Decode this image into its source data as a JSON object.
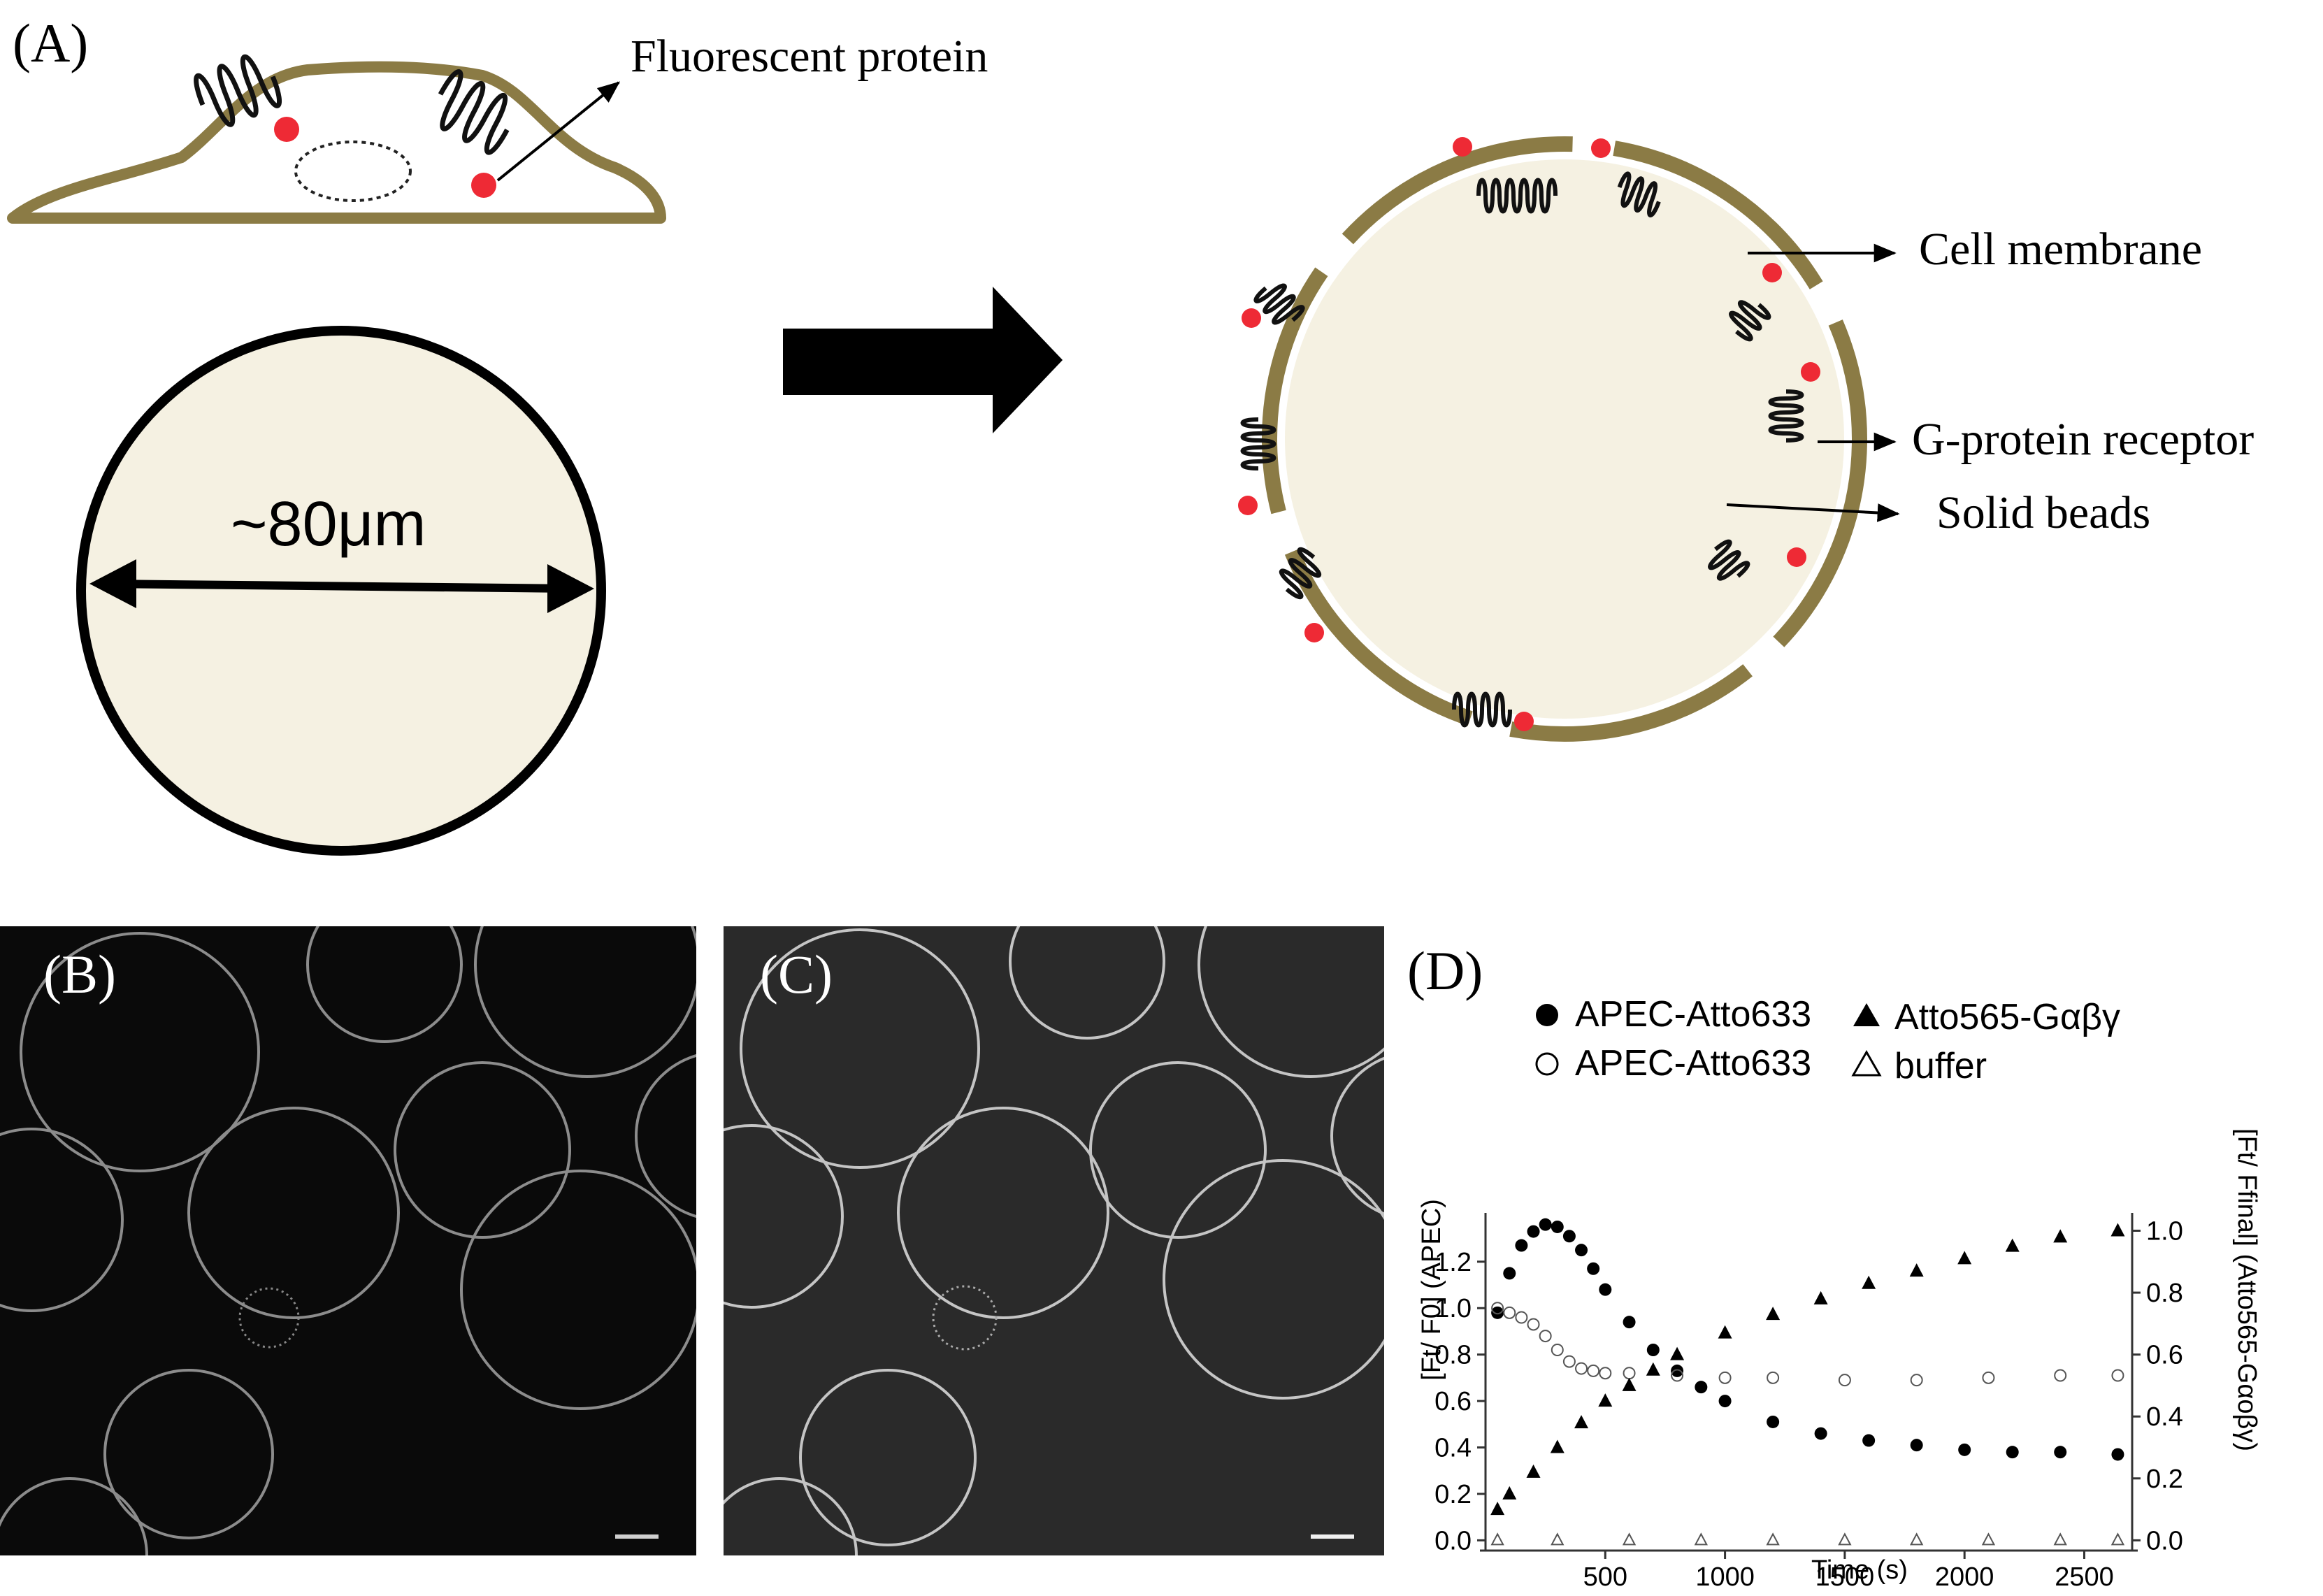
{
  "panel_a": {
    "label": "(A)",
    "fluorescent_label": "Fluorescent protein",
    "diameter_label": "~80μm",
    "cell_membrane_label": "Cell membrane",
    "receptor_label": "G-protein receptor",
    "beads_label": "Solid beads"
  },
  "panel_b": {
    "label": "(B)"
  },
  "panel_c": {
    "label": "(C)"
  },
  "panel_d": {
    "label": "(D)",
    "legend": [
      {
        "marker": "filled-circle",
        "text": "APEC-Atto633"
      },
      {
        "marker": "filled-triangle",
        "text": "Atto565-Gαβγ"
      },
      {
        "marker": "open-circle",
        "text": "APEC-Atto633"
      },
      {
        "marker": "open-triangle",
        "text": "buffer"
      }
    ]
  },
  "colors": {
    "membrane": "#8b7b45",
    "bead_fill": "#f5f1e2",
    "fluor_dot": "#ee2a35",
    "receptor": "#111111"
  },
  "chart_data": {
    "type": "scatter",
    "xlabel": "Time (s)",
    "ylabel_left": "[Ft/ F0] (APEC)",
    "ylabel_right": "[Ft/ Ffinal] (Atto565-Gαoβγ)",
    "xlim": [
      0,
      2700
    ],
    "ylim_left": [
      -0.02,
      1.38
    ],
    "ylim_right": [
      -0.015,
      1.035
    ],
    "xticks": [
      "500",
      "1000",
      "1500",
      "2000",
      "2500"
    ],
    "yticks_left": [
      "0.0",
      "0.2",
      "0.4",
      "0.6",
      "0.8",
      "1.0",
      "1.2"
    ],
    "yticks_right": [
      "0.0",
      "0.2",
      "0.4",
      "0.6",
      "0.8",
      "1.0"
    ],
    "series": [
      {
        "name": "APEC-Atto633",
        "marker": "filled-circle",
        "axis": "left",
        "x": [
          50,
          100,
          150,
          200,
          250,
          300,
          350,
          400,
          450,
          500,
          600,
          700,
          800,
          900,
          1000,
          1200,
          1400,
          1600,
          1800,
          2000,
          2200,
          2400,
          2640
        ],
        "y": [
          0.98,
          1.15,
          1.27,
          1.33,
          1.36,
          1.35,
          1.31,
          1.25,
          1.17,
          1.08,
          0.94,
          0.82,
          0.73,
          0.66,
          0.6,
          0.51,
          0.46,
          0.43,
          0.41,
          0.39,
          0.38,
          0.38,
          0.37
        ]
      },
      {
        "name": "APEC-Atto633",
        "marker": "open-circle",
        "axis": "left",
        "x": [
          50,
          100,
          150,
          200,
          250,
          300,
          350,
          400,
          450,
          500,
          600,
          800,
          1000,
          1200,
          1500,
          1800,
          2100,
          2400,
          2640
        ],
        "y": [
          1.0,
          0.98,
          0.96,
          0.93,
          0.88,
          0.82,
          0.77,
          0.74,
          0.73,
          0.72,
          0.72,
          0.71,
          0.7,
          0.7,
          0.69,
          0.69,
          0.7,
          0.71,
          0.71
        ]
      },
      {
        "name": "Atto565-Gαβγ",
        "marker": "filled-triangle",
        "axis": "right",
        "x": [
          50,
          100,
          200,
          300,
          400,
          500,
          600,
          700,
          800,
          1000,
          1200,
          1400,
          1600,
          1800,
          2000,
          2200,
          2400,
          2640
        ],
        "y": [
          0.1,
          0.15,
          0.22,
          0.3,
          0.38,
          0.45,
          0.5,
          0.55,
          0.6,
          0.67,
          0.73,
          0.78,
          0.83,
          0.87,
          0.91,
          0.95,
          0.98,
          1.0
        ]
      },
      {
        "name": "buffer",
        "marker": "open-triangle",
        "axis": "right",
        "x": [
          50,
          300,
          600,
          900,
          1200,
          1500,
          1800,
          2100,
          2400,
          2640
        ],
        "y": [
          0.0,
          0.0,
          0.0,
          0.0,
          0.0,
          0.0,
          0.0,
          0.0,
          0.0,
          0.0
        ]
      }
    ]
  }
}
